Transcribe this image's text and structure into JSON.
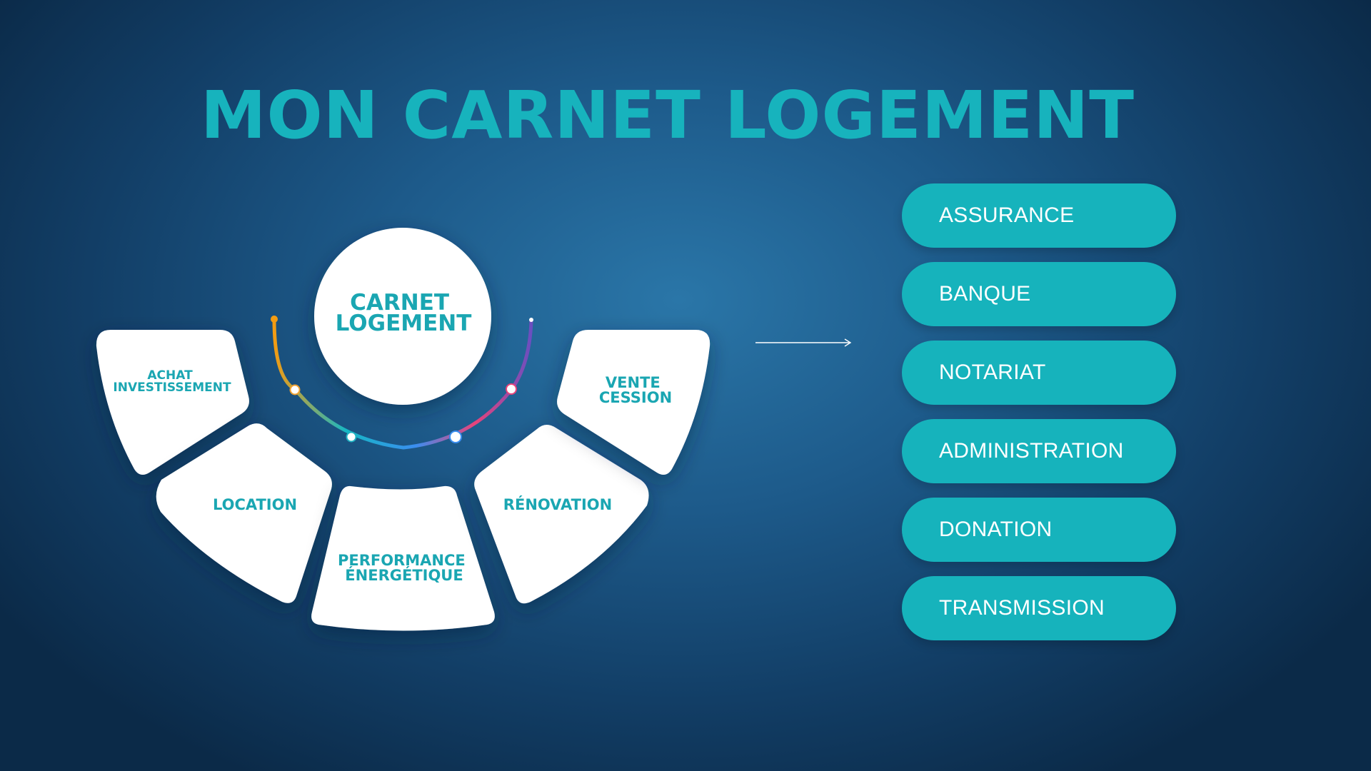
{
  "title": "MON CARNET LOGEMENT",
  "center": {
    "line1": "CARNET",
    "line2": "LOGEMENT"
  },
  "segments": [
    {
      "id": "achat",
      "lines": [
        "ACHAT",
        "INVESTISSEMENT"
      ]
    },
    {
      "id": "location",
      "lines": [
        "LOCATION"
      ]
    },
    {
      "id": "performance",
      "lines": [
        "PERFORMANCE",
        "ÉNERGÉTIQUE"
      ]
    },
    {
      "id": "renovation",
      "lines": [
        "RÉNOVATION"
      ]
    },
    {
      "id": "vente",
      "lines": [
        "VENTE",
        "CESSION"
      ]
    }
  ],
  "partners": [
    "ASSURANCE",
    "BANQUE",
    "NOTARIAT",
    "ADMINISTRATION",
    "DONATION",
    "TRANSMISSION"
  ],
  "colors": {
    "accent": "#17b3bd",
    "segment_text": "#1aa6b2",
    "arc_start": "#f39c12",
    "arc_mid": "#3a8ef0",
    "arc_end": "#e8437a"
  }
}
